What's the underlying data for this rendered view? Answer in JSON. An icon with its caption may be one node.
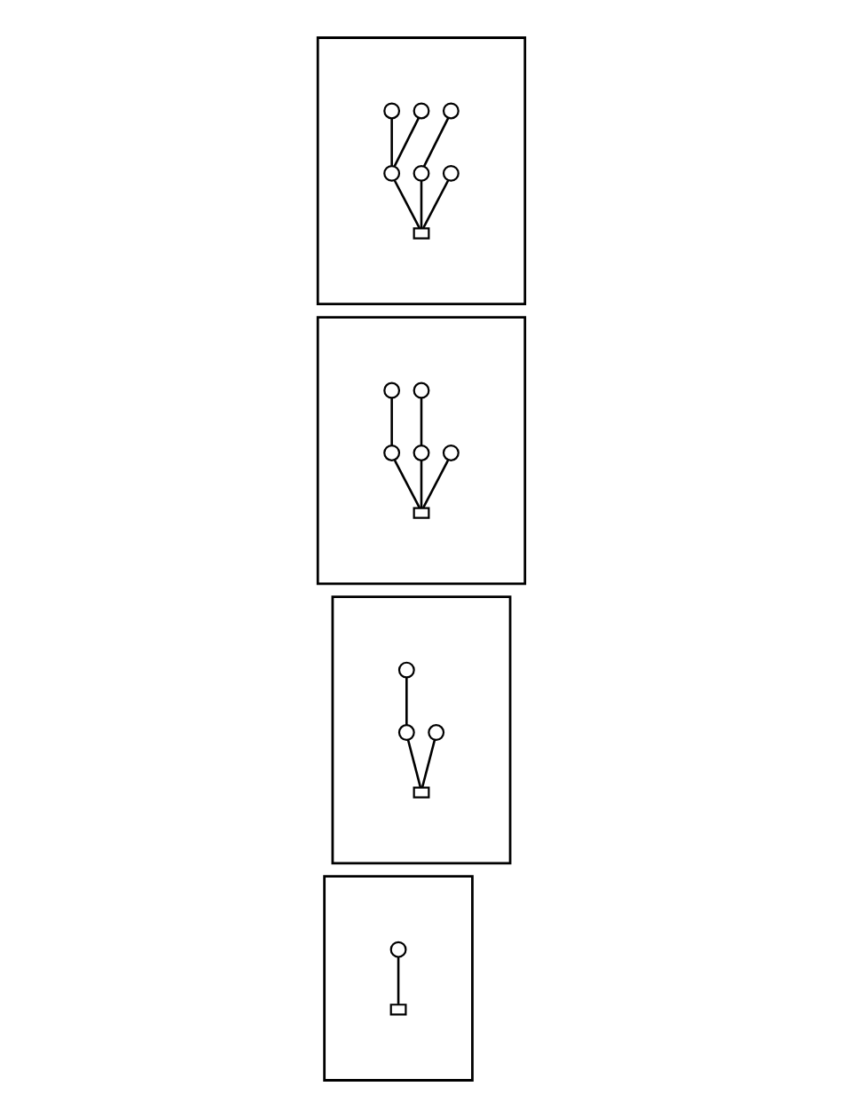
{
  "diagram": {
    "nodes": [
      {
        "text": [],
        "shape": "box"
      },
      {
        "text": [],
        "shape": "circle",
        "in": 0
      },
      {
        "text": [],
        "shape": "circle",
        "in": 0
      },
      {
        "text": [],
        "shape": "circle",
        "in": 0
      },
      {
        "text": [],
        "shape": "circle",
        "in": 0
      },
      {
        "text": [],
        "shape": "circle",
        "in": 0
      },
      {
        "text": [],
        "shape": "circle",
        "in": 0
      },
      {
        "text": [],
        "shape": "box",
        "in": 0
      },
      {
        "text": [],
        "shape": "box"
      },
      {
        "text": [],
        "shape": "circle",
        "in": 8
      },
      {
        "text": [],
        "shape": "circle",
        "in": 8
      },
      {
        "text": [],
        "shape": "circle",
        "in": 8
      },
      {
        "text": [],
        "shape": "circle",
        "in": 8
      },
      {
        "text": [],
        "shape": "circle",
        "in": 8
      },
      {
        "text": [],
        "shape": "box",
        "in": 8
      },
      {
        "text": [],
        "shape": "box"
      },
      {
        "text": [],
        "shape": "circle",
        "in": 15
      },
      {
        "text": [],
        "shape": "circle",
        "in": 15
      },
      {
        "text": [],
        "shape": "circle",
        "in": 15
      },
      {
        "text": [],
        "shape": "box",
        "in": 15
      },
      {
        "text": [],
        "shape": "box"
      },
      {
        "text": [],
        "shape": "circle",
        "in": 20
      },
      {
        "text": [],
        "shape": "box",
        "in": 20
      }
    ],
    "edges": [
      {
        "from": 7,
        "to": 4,
        "arrow": "none"
      },
      {
        "from": 7,
        "to": 5,
        "arrow": "none"
      },
      {
        "from": 7,
        "to": 6,
        "arrow": "none"
      },
      {
        "from": 4,
        "to": 1,
        "arrow": "none"
      },
      {
        "from": 4,
        "to": 2,
        "arrow": "none"
      },
      {
        "from": 5,
        "to": 3,
        "arrow": "none"
      },
      {
        "from": 14,
        "to": 11,
        "arrow": "none"
      },
      {
        "from": 14,
        "to": 12,
        "arrow": "none"
      },
      {
        "from": 14,
        "to": 13,
        "arrow": "none"
      },
      {
        "from": 11,
        "to": 9,
        "arrow": "none"
      },
      {
        "from": 12,
        "to": 10,
        "arrow": "none"
      },
      {
        "from": 19,
        "to": 17,
        "arrow": "none"
      },
      {
        "from": 19,
        "to": 18,
        "arrow": "none"
      },
      {
        "from": 17,
        "to": 16,
        "arrow": "none"
      },
      {
        "from": 22,
        "to": 21,
        "arrow": "none"
      }
    ]
  }
}
